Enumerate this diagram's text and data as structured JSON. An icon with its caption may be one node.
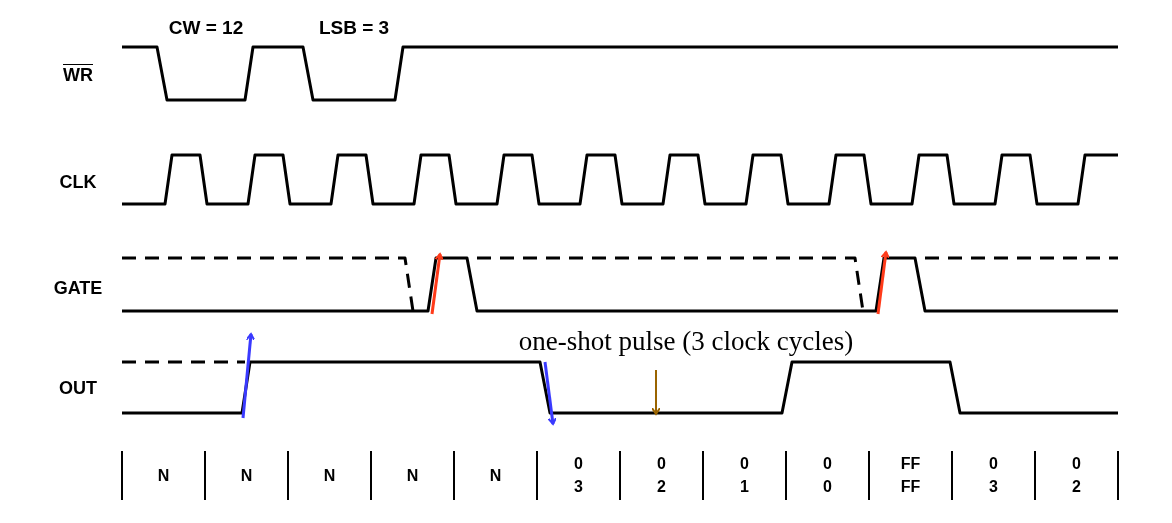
{
  "diagram": {
    "labels": [
      "CW = 12",
      "LSB = 3",
      "WR",
      "CLK",
      "GATE",
      "OUT",
      "one-shot pulse (3 clock cycles)",
      "N",
      "N",
      "N",
      "N",
      "N",
      "0 3",
      "0 2",
      "0 1",
      "0 0",
      "FF FF",
      "0 3",
      "0 2"
    ]
  }
}
